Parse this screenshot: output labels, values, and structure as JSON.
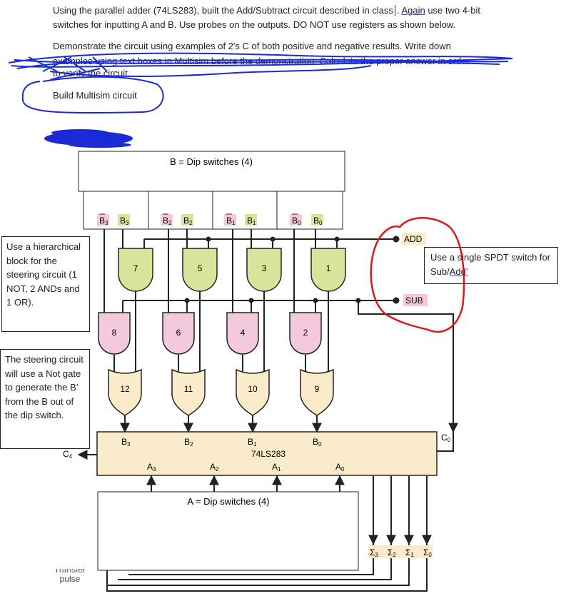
{
  "header": {
    "line1a": "Using the parallel adder (74LS283), built the Add/Subtract circuit described in class",
    "line1b": "Again",
    "line1c": " use two 4-bit",
    "line2": "switches for inputting A and B. Use probes on the outputs. DO NOT use registers as shown below.",
    "line3": "Demonstrate the circuit using examples of 2's C of both positive and negative results. Write down",
    "line4": "examples using text boxes in Multisim before the demonstration. Calculate the proper answer in order",
    "line5": "to verify the circuit."
  },
  "build_label": "Build Multisim circuit",
  "notes": {
    "hierarchical": "Use a hierarchical block for the steering circuit (1 NOT, 2 ANDs and 1 OR).",
    "steering": "The steering circuit will use a Not gate to generate the B’ from the B out of the dip switch.",
    "spdt_a": "Use a single SPDT switch for Sub/",
    "spdt_b": "Add’"
  },
  "diagram": {
    "b_box_label": "B = Dip switches (4)",
    "a_box_label": "A = Dip switches (4)",
    "b_pins": [
      "B",
      "B",
      "B",
      "B",
      "B",
      "B",
      "B",
      "B"
    ],
    "b_pin_subs": [
      "3",
      "3",
      "2",
      "2",
      "1",
      "1",
      "0",
      "0"
    ],
    "add_label": "ADD",
    "sub_label": "SUB",
    "green_gates": [
      "7",
      "5",
      "3",
      "1"
    ],
    "pink_gates": [
      "8",
      "6",
      "4",
      "2"
    ],
    "or_gates": [
      "12",
      "11",
      "10",
      "9"
    ],
    "chip_label": "74LS283",
    "chip_b_inputs": [
      "B",
      "B",
      "B",
      "B"
    ],
    "chip_b_subs": [
      "3",
      "2",
      "1",
      "0"
    ],
    "chip_a_inputs": [
      "A",
      "A",
      "A",
      "A"
    ],
    "chip_a_subs": [
      "3",
      "2",
      "1",
      "0"
    ],
    "carry_out": "C",
    "carry_out_sub": "4",
    "carry_in": "C",
    "carry_in_sub": "0",
    "sum_outputs": [
      "Σ",
      "Σ",
      "Σ",
      "Σ"
    ],
    "sum_subs": [
      "3",
      "2",
      "1",
      "0"
    ],
    "pulse_partial": "Transfer",
    "pulse_label": "pulse"
  },
  "colors": {
    "and_gate_green": "#d6e59a",
    "and_gate_pink": "#f5c9dd",
    "or_gate_cream": "#faeccb",
    "chip_fill": "#faeccb",
    "pin_label_pink": "#f5c9dd",
    "sum_label_fill": "#faeccb",
    "scribble_blue": "#1a2bd6",
    "circle_red": "#d61a1a"
  }
}
